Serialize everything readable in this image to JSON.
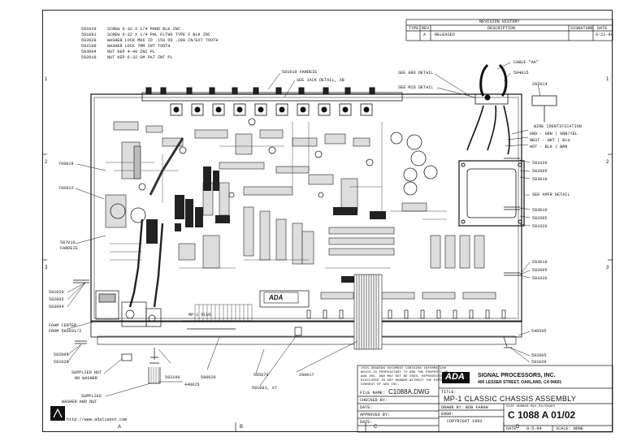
{
  "parts_list": [
    {
      "pn": "581020",
      "desc": "SCREW 6-32 X 1/4 PHHD BLK ZNC"
    },
    {
      "pn": "581081",
      "desc": "SCREW 6-32 X 1/4 PHL FLTHD TYPE F BLK ZNC"
    },
    {
      "pn": "582020",
      "desc": "WASHER LOCK M06 ID .150 OD .290 IN/EXT TOOTH"
    },
    {
      "pn": "582100",
      "desc": "WASHER LOCK 7MM INT TOOTH"
    },
    {
      "pn": "583004",
      "desc": "NUT KEP 4-40 ZNC PL"
    },
    {
      "pn": "582010",
      "desc": "NUT KEP 6-32 SM PAT ZNT PL"
    }
  ],
  "revision_block": {
    "title": "REVISION HISTORY",
    "headers": [
      "TYPE",
      "REV",
      "DESCRIPTION",
      "SIGNATURE",
      "DATE"
    ],
    "row": {
      "type": "",
      "rev": "A",
      "description": "RELEASED",
      "signature": "",
      "date": "9-21-94"
    }
  },
  "callouts": {
    "fardeie_top": "581010 FARDEIE",
    "jack_detail": "SEE JACK DETAIL, XB",
    "gnd_detail": "SEE GND DETAIL",
    "mid_detail": "SEE MID DETAIL",
    "cable_aa": "CABLE \"AA\"",
    "p584015": "584015",
    "p282014": "282014",
    "wire_identification": "WIRE IDENTIFICATION",
    "wire_gnd": "GND - GRN | GRN/YEL",
    "wire_neut": "NEUT - WHT | BLU",
    "wire_hot": "HOT - BLK | BRN",
    "r581020a": "581020",
    "r582005a": "582005",
    "r583010a": "583010",
    "xmfr_detail": "SEE XMFR DETAIL",
    "r583010b": "583010",
    "r582005b": "582005",
    "r581020b": "581020",
    "r583010c": "583010",
    "r582005c": "582005",
    "r581020c": "581020",
    "l760819": "760819",
    "l760822": "760822",
    "l587010": "587010",
    "l_fardeie": "FARDEIE",
    "l581020a": "581020",
    "l582005a": "582005",
    "l583004": "583004",
    "foam_center": "FOAM CENTER",
    "foam_from": "FROM 586031/2",
    "l582005b": "582005",
    "l581020b": "581020",
    "supplied_nut": "SUPPLIED NUT",
    "no_washer": "NO WASHER",
    "supplied_washer": "SUPPLIED",
    "washer_and_nut": "WASHER AND NUT",
    "b582100": "582100",
    "b440025": "440025",
    "b580020": "580020",
    "b585070": "585070",
    "b581081": "581081, X7",
    "b290017": "290017",
    "r540505": "540505",
    "r582005d": "582005",
    "r581020d": "581020",
    "pcb_logo": "ADA",
    "pcb_text": "MP-1 PLUS"
  },
  "title_block": {
    "notice": [
      "THIS DRAWING DOCUMENT CONTAINS INFORMATION",
      "WHICH IS PROPRIETARY TO AND THE PROPERTY OF",
      "ADA INC. AND MAY NOT BE USED, REPRODUCED OR",
      "DISCLOSED IN ANY MANNER WITHOUT THE EXPRESSED",
      "CONSENT OF ADA INC."
    ],
    "file_name_label": "FILE NAME:",
    "file_name": "C1088A.DWG",
    "checked_by_label": "CHECKED BY:",
    "date_label_1": "DATE:",
    "approved_by_label": "APPROVED BY:",
    "date_label_2": "DATE:",
    "logo": "ADA",
    "company": "SIGNAL PROCESSORS, INC.",
    "address": "400 LESSER STREET, OAKLAND, CA 94601",
    "title_label": "TITLE:",
    "title": "MP-1 CLASSIC CHASSIS ASSEMBLY",
    "drawn_by_label": "DRAWN BY:",
    "drawn_by": "BOB FARAH",
    "engr_label": "ENGR:",
    "copyright": "COPYRIGHT 1993",
    "size_label": "SIZE NUMBER-REV-PG/PAGES",
    "drawing_number": "C 1088 A 01/02",
    "date_label_3": "DATE:",
    "date": "9-5-94",
    "scale": "SCALE: NONE"
  },
  "watermark_url": "http://www.adaliepot.com",
  "zones": {
    "cols": [
      "A",
      "B",
      "C",
      "D"
    ],
    "rows": [
      "1",
      "2",
      "3"
    ]
  }
}
